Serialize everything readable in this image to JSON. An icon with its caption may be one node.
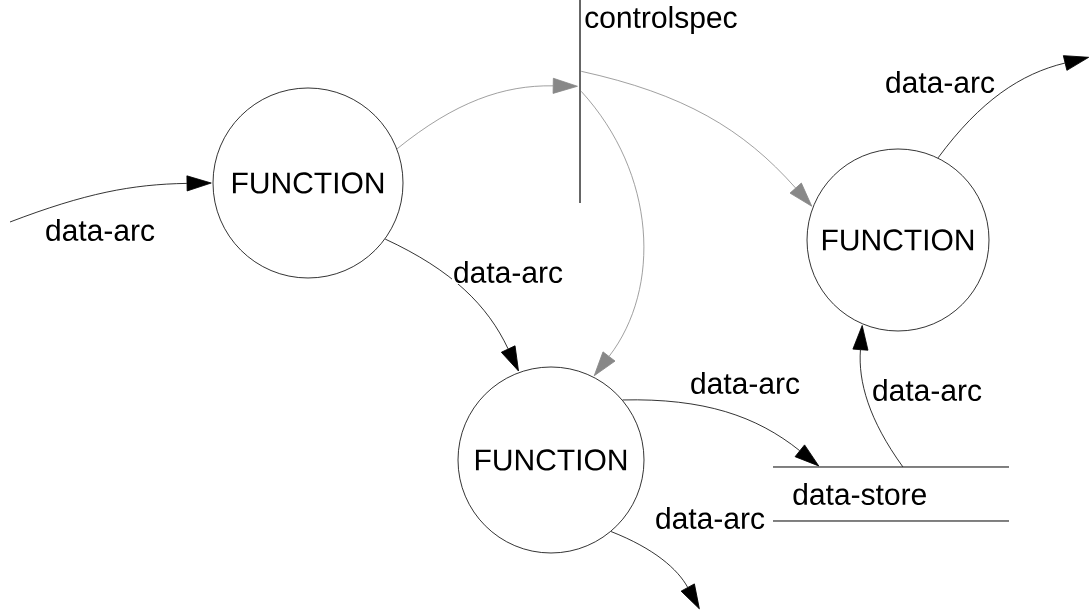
{
  "diagram": {
    "nodes": [
      {
        "text": [
          "FUNCTION"
        ]
      },
      {
        "text": [
          "controlspec"
        ]
      },
      {
        "text": [
          "FUNCTION"
        ]
      },
      {
        "text": [
          "FUNCTION"
        ]
      },
      {
        "text": [
          "data-store"
        ]
      }
    ],
    "edges": [
      {
        "from": null,
        "to": 0,
        "arrow": "to",
        "label": "data-arc"
      },
      {
        "from": 0,
        "to": 1,
        "arrow": "to",
        "color": "#888888"
      },
      {
        "from": 1,
        "to": 2,
        "arrow": "to",
        "color": "#888888"
      },
      {
        "from": 1,
        "to": 3,
        "arrow": "to",
        "color": "#888888"
      },
      {
        "from": 0,
        "to": 3,
        "arrow": "to",
        "label": "data-arc"
      },
      {
        "from": 3,
        "to": 4,
        "arrow": "to",
        "label": "data-arc"
      },
      {
        "from": 4,
        "to": 2,
        "arrow": "to",
        "label": "data-arc"
      },
      {
        "from": 2,
        "to": null,
        "arrow": "to",
        "label": "data-arc"
      },
      {
        "from": 3,
        "to": null,
        "arrow": "to",
        "label": "data-arc"
      }
    ]
  }
}
